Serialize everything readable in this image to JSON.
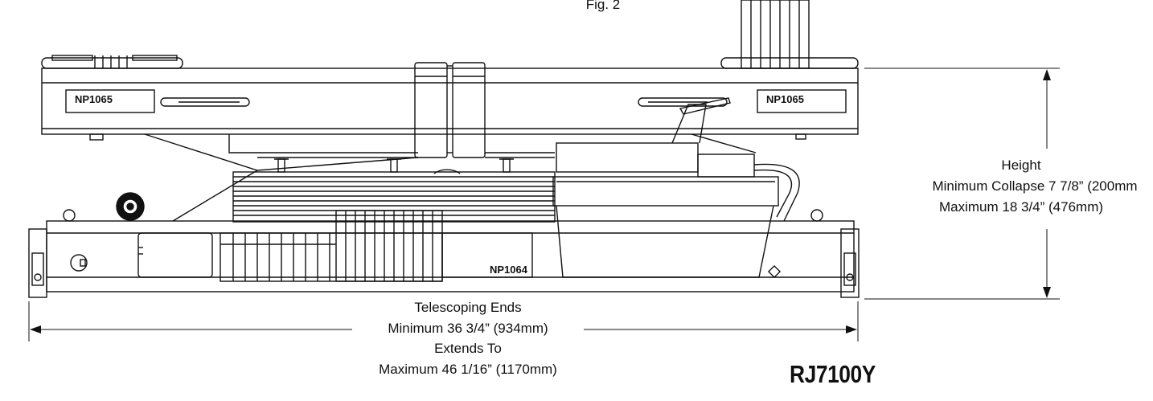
{
  "figure_label": "Fig. 2",
  "model": "RJ7100Y",
  "part_labels": {
    "left_plate": "NP1065",
    "right_plate": "NP1065",
    "body_plate": "NP1064"
  },
  "height_dimension": {
    "title": "Height",
    "min_line": "Minimum Collapse 7 7/8” (200mm",
    "max_line": "Maximum 18 3/4” (476mm)"
  },
  "length_dimension": {
    "title": "Telescoping Ends",
    "min_line": "Minimum 36 3/4” (934mm)",
    "extends_label": "Extends To",
    "max_line": "Maximum 46 1/16” (1170mm)"
  }
}
